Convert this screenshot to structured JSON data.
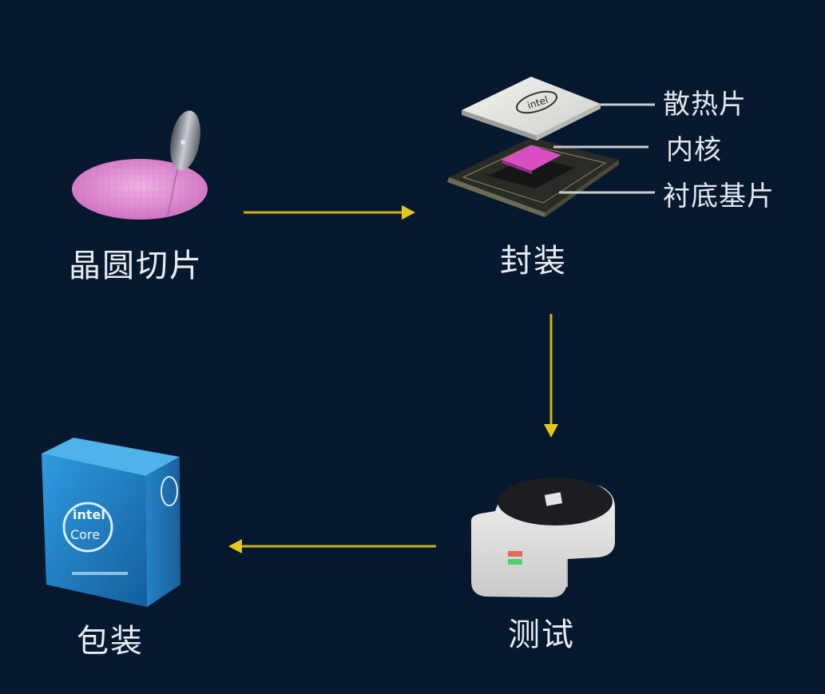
{
  "steps": {
    "wafer": "晶圆切片",
    "package": "封装",
    "test": "测试",
    "boxing": "包装"
  },
  "parts": {
    "heatsink": "散热片",
    "core": "内核",
    "substrate": "衬底基片"
  },
  "brand_text": {
    "chip_logo": "intel",
    "box_logo": "intel",
    "box_product": "Core"
  },
  "colors": {
    "background": "#06182e",
    "arrow": "#c9b01c",
    "wafer": "#e08fd1",
    "box": "#1f7fc4",
    "text": "#e9edf2"
  },
  "icons": {
    "wafer": "wafer-disc-icon",
    "cpu": "cpu-exploded-icon",
    "tester": "test-machine-icon",
    "box": "retail-box-icon"
  }
}
